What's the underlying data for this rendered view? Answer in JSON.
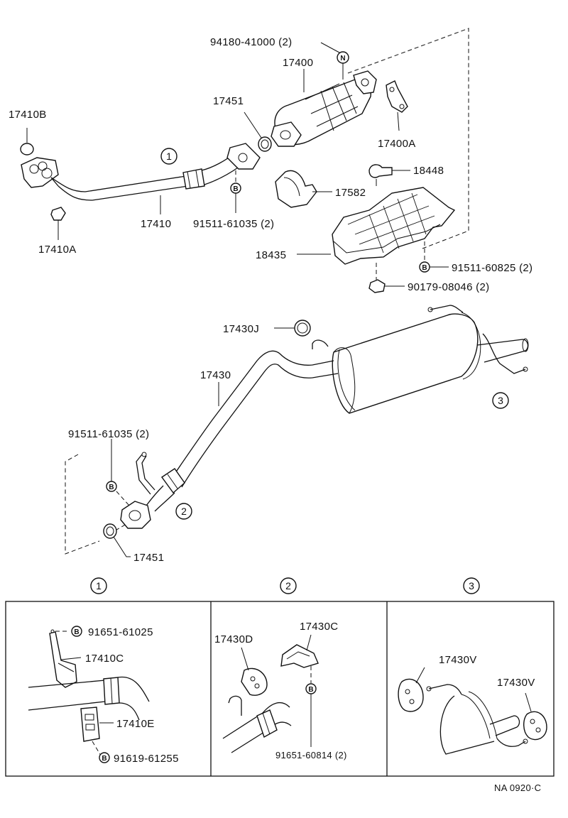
{
  "labels": {
    "p94180": "94180-41000 (2)",
    "p17400": "17400",
    "p17451_top": "17451",
    "p17410B": "17410B",
    "p17400A": "17400A",
    "p18448": "18448",
    "p17582": "17582",
    "p17410": "17410",
    "p91511_61035_top": "91511-61035 (2)",
    "p17410A": "17410A",
    "p18435": "18435",
    "p91511_60825": "91511-60825 (2)",
    "p90179": "90179-08046 (2)",
    "p17430J": "17430J",
    "p17430": "17430",
    "p91511_61035_mid": "91511-61035 (2)",
    "p17451_bottom": "17451",
    "p91651_61025": "91651-61025",
    "p17410C": "17410C",
    "p17410E": "17410E",
    "p91619": "91619-61255",
    "p17430D": "17430D",
    "p17430C": "17430C",
    "p91651_60814": "91651-60814 (2)",
    "p17430V_a": "17430V",
    "p17430V_b": "17430V"
  },
  "callouts": {
    "c1_main": "1",
    "c2_main": "2",
    "c3_main": "3",
    "c1_box": "1",
    "c2_box": "2",
    "c3_box": "3"
  },
  "markers": {
    "n": "N",
    "b": "B"
  },
  "footer": {
    "code": "NA  0920·C"
  }
}
